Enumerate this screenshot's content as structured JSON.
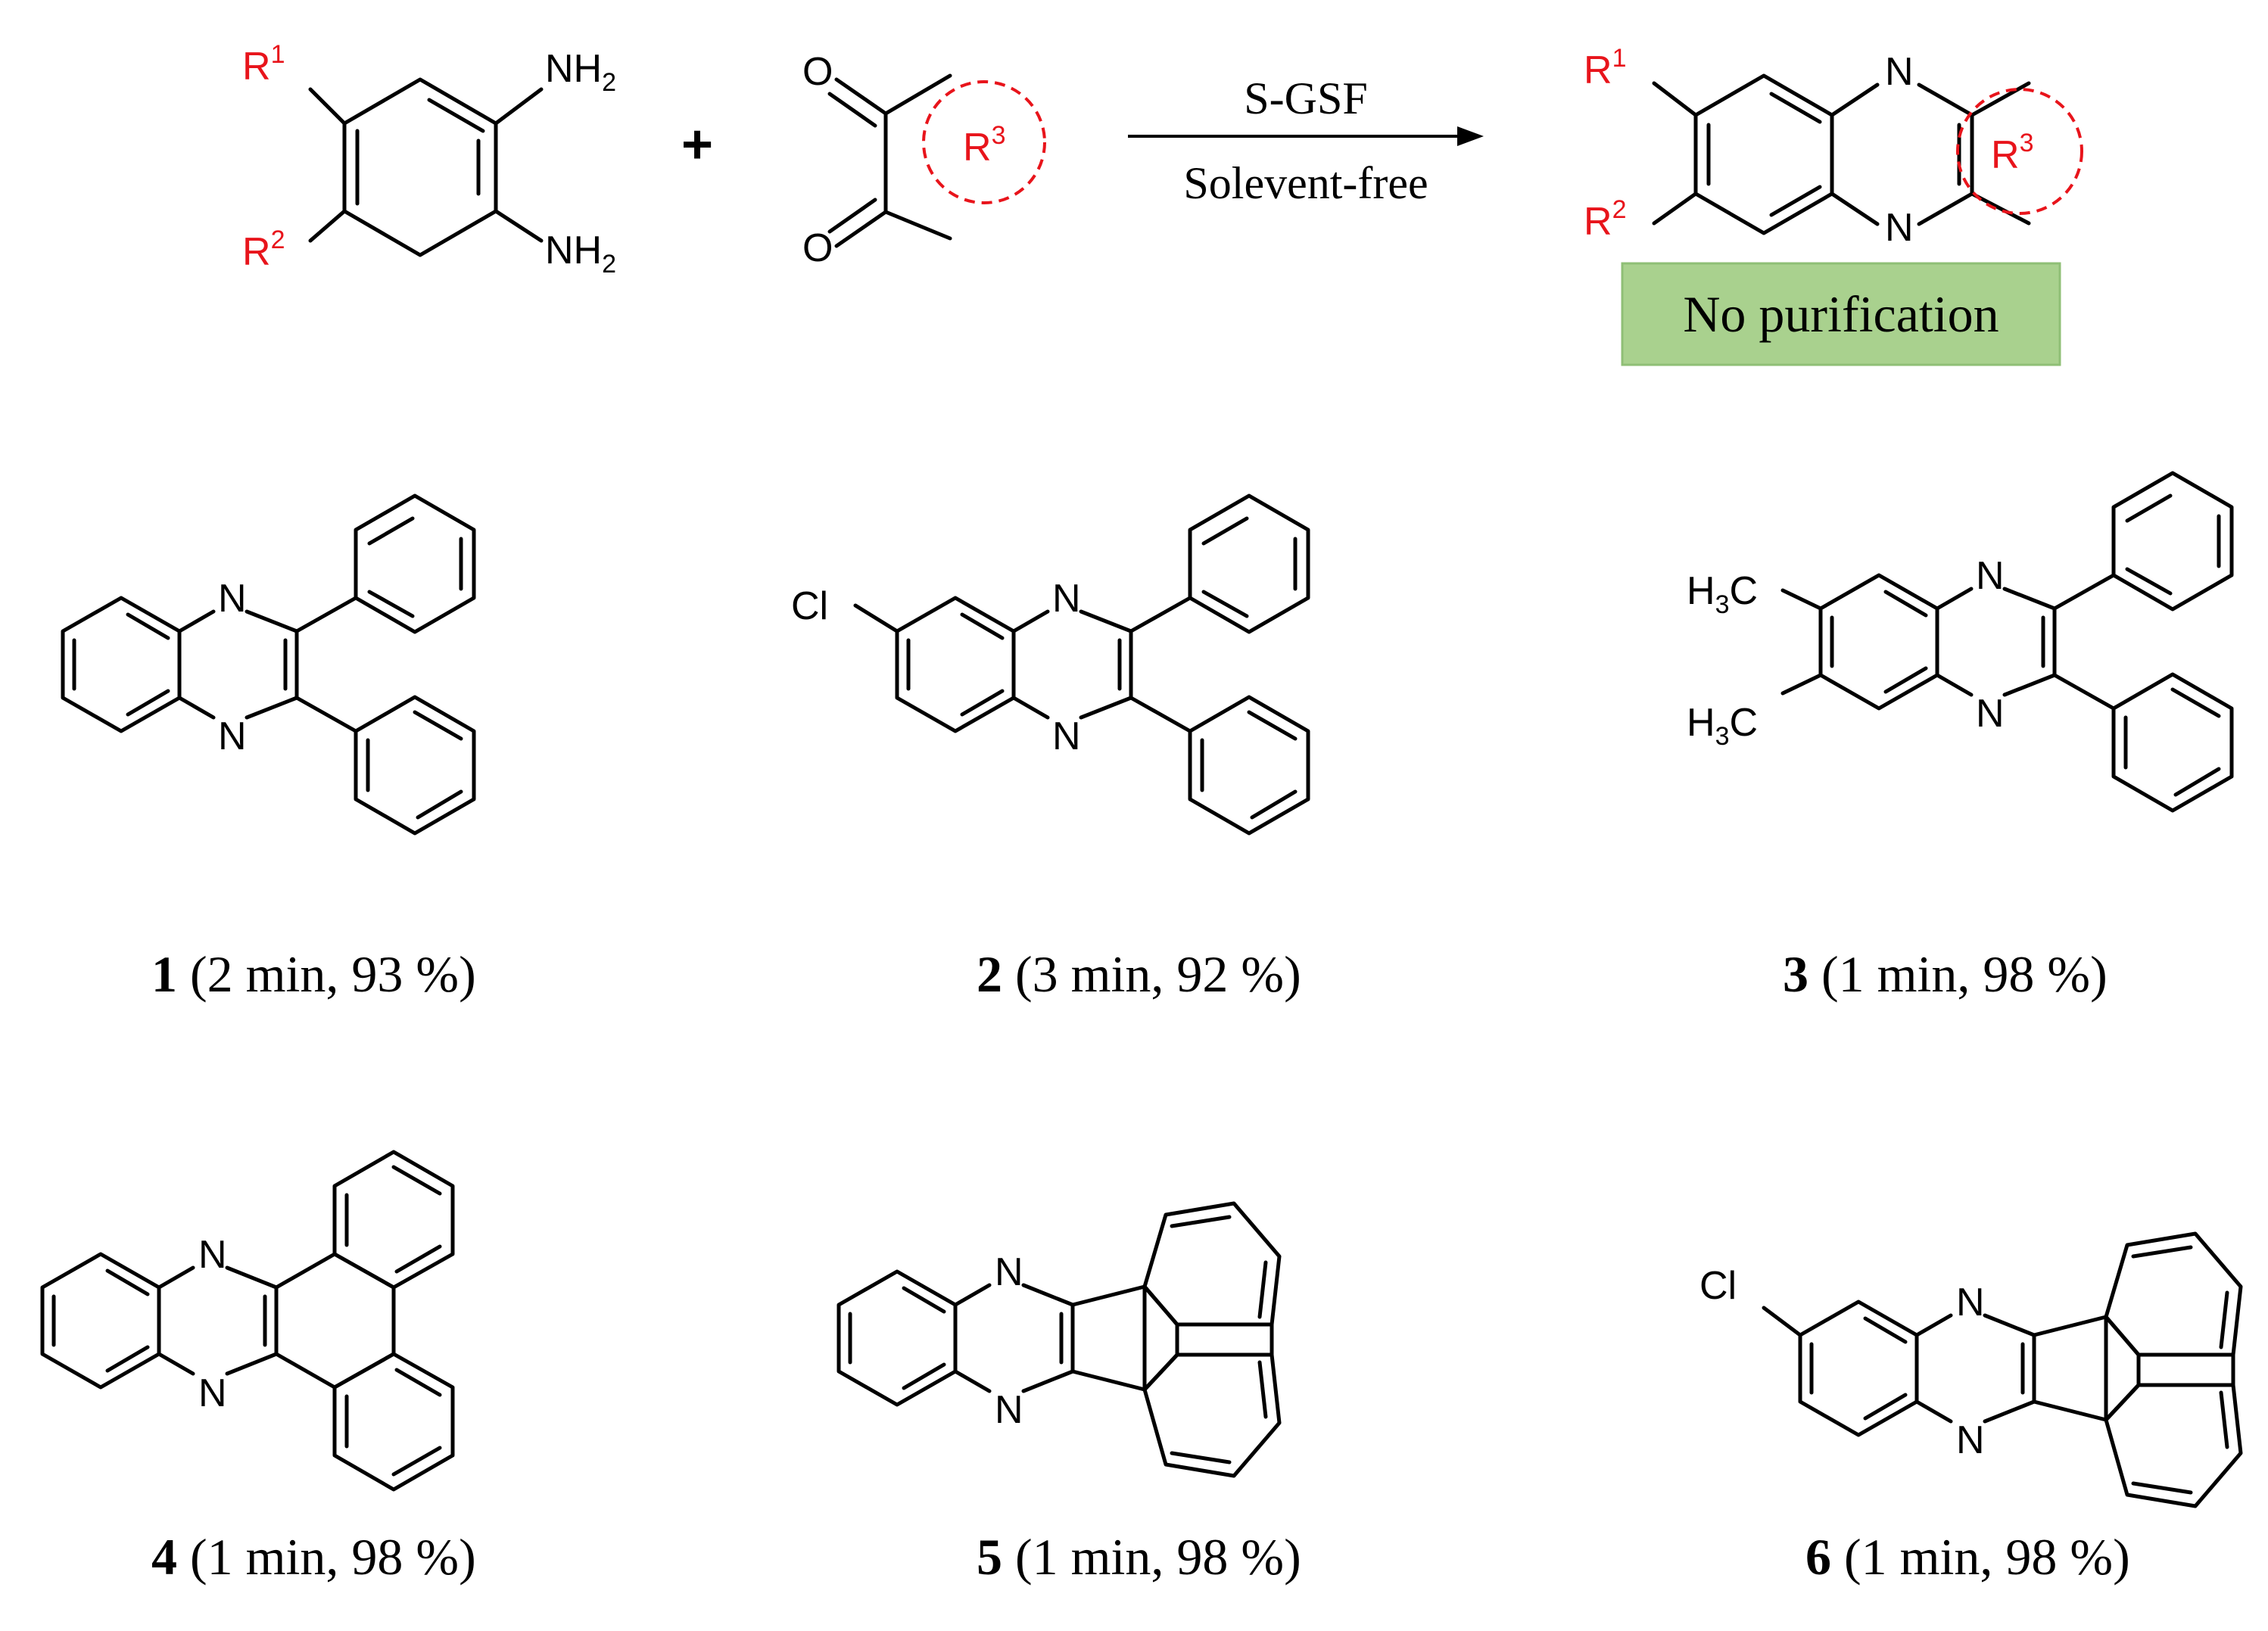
{
  "colors": {
    "substituent": "#e8141b",
    "badge_fill": "#a9d18e",
    "badge_border": "#8fbf76",
    "ink": "#000000"
  },
  "reaction": {
    "plus": "+",
    "catalyst": "S-GSF",
    "solvent": "Solevent-free",
    "badge": "No purification",
    "labels": {
      "nh2": "NH",
      "nh2_sub": "2",
      "o": "O",
      "n": "N",
      "r": "R",
      "r1_sup": "1",
      "r2_sup": "2",
      "r3_sup": "3"
    }
  },
  "products": [
    {
      "id": "1",
      "conditions": " (2 min, 93 %)"
    },
    {
      "id": "2",
      "conditions": " (3 min, 92 %)"
    },
    {
      "id": "3",
      "conditions": " (1 min, 98 %)"
    },
    {
      "id": "4",
      "conditions": " (1 min, 98 %)"
    },
    {
      "id": "5",
      "conditions": " (1 min, 98 %)"
    },
    {
      "id": "6",
      "conditions": " (1 min, 98 %)"
    }
  ],
  "atoms": {
    "n": "N",
    "cl": "Cl",
    "h3c_h": "H",
    "h3c_sub": "3",
    "h3c_c": "C"
  }
}
